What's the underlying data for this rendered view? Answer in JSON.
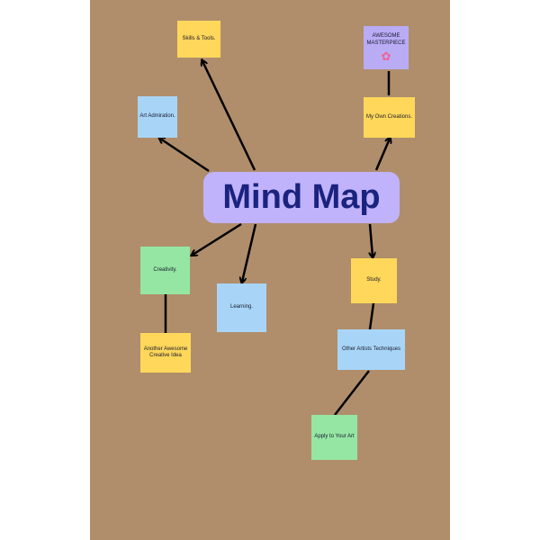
{
  "title": "Mind Map",
  "nodes": {
    "skills_tools": "Skills & Tools.",
    "art_admiration": "Art Admiration.",
    "awesome_masterpiece": "AWESOME MASTERPIECE",
    "my_own_creations": "My Own Creations.",
    "creativity": "Creativity.",
    "learning": "Learning.",
    "another_idea": "Another Awesome Creative Idea",
    "study": "Study.",
    "other_techniques": "Other Artists Techniques",
    "apply_art": "Apply to Your Art"
  },
  "colors": {
    "background": "#b08e6c",
    "center": "#c0b3fb",
    "title_text": "#1a237e",
    "yellow": "#ffd75a",
    "blue": "#a8d5f7",
    "green": "#95e6a3",
    "purple": "#b9acf5",
    "flower": "#f06292"
  },
  "icons": {
    "flower": "✿"
  }
}
